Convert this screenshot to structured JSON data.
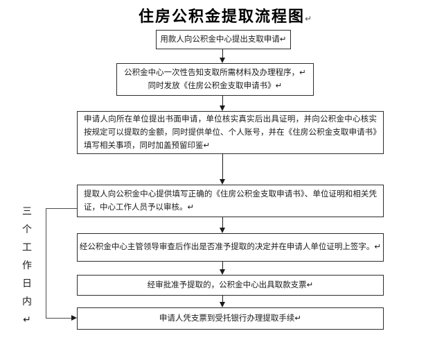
{
  "title": {
    "text": "住房公积金提取流程图",
    "mark": "↵"
  },
  "steps": [
    "用款人向公积金中心提出支取申请↵",
    "公积金中心一次性告知支取所需材料及办理程序，↵\n同时发放《住房公积金支取申请书》↵",
    "申请人向所在单位提出书面申请，单位核实真实后出具证明，并向公积金中心核实按规定可以提取的金额，同时提供单位、个人账号，并在《住房公积金支取申请书》填写相关事项，同时加盖预留印鉴↵",
    "提取人向公积金中心提供填写正确的《住房公积金支取申请书》、单位证明和相关凭证，中心工作人员予以审核。↵",
    "经公积金中心主管领导审查后作出是否准予提取的决定并在申请人单位证明上签字。↵",
    "经审批准予提取的，公积金中心出具取款支票↵",
    "申请人凭支票到受托银行办理提取手续↵"
  ],
  "side_label": "三\n个\n工\n作\n日\n内\n↵",
  "colors": {
    "text": "#1a1a1a",
    "line": "#1a1a1a",
    "background": "#ffffff"
  }
}
